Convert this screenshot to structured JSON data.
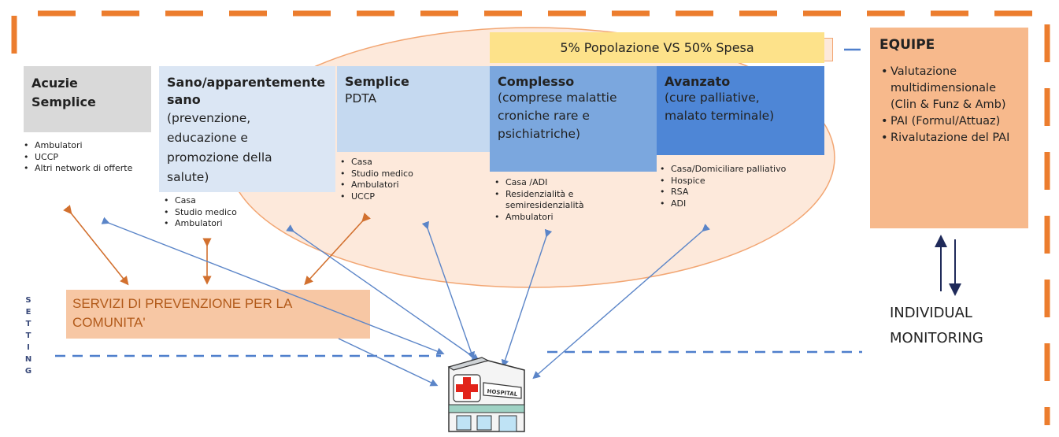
{
  "banner": "5% Popolazione VS 50% Spesa",
  "categories": [
    {
      "title": "Acuzie\nSemplice",
      "subtitle": "",
      "settings": [
        "Ambulatori",
        "UCCP",
        "Altri network di offerte"
      ]
    },
    {
      "title": "Sano/apparentemente\nsano",
      "subtitle": "(prevenzione,\neducazione e\npromozione della\nsalute)",
      "settings": [
        "Casa",
        "Studio medico",
        "Ambulatori"
      ]
    },
    {
      "title": "Semplice",
      "subtitle": "PDTA",
      "settings": [
        "Casa",
        "Studio medico",
        "Ambulatori",
        "UCCP"
      ]
    },
    {
      "title": "Complesso",
      "subtitle": "(comprese malattie\ncroniche rare e\npsichiatriche)",
      "settings": [
        "Casa /ADI",
        "Residenzialità e semiresidenzialità",
        "Ambulatori"
      ]
    },
    {
      "title": "Avanzato",
      "subtitle": "(cure palliative,\nmalato terminale)",
      "settings": [
        "Casa/Domiciliare palliativo",
        "Hospice",
        "RSA",
        "ADI"
      ]
    }
  ],
  "equipe": {
    "title": "EQUIPE",
    "items": [
      "Valutazione multidimensionale (Clin & Funz & Amb)",
      "PAI (Formul/Attuaz)",
      "Rivalutazione del PAI"
    ]
  },
  "monitoring": "INDIVIDUAL\nMONITORING",
  "prevention": "SERVIZI DI PREVENZIONE PER LA\nCOMUNITA'",
  "setting_letters": [
    "S",
    "E",
    "T",
    "T",
    "I",
    "N",
    "G"
  ],
  "hospital_sign": "HOSPITAL",
  "colors": {
    "frame": "#ec7d2e",
    "ellipse": "#fde9db",
    "banner": "#fde28a",
    "acute": "#d9d9d9",
    "healthy": "#dbe6f4",
    "simple": "#c5d9f0",
    "complex": "#7ba7de",
    "advanced": "#4e86d6",
    "equipe": "#f7b98c",
    "prevention": "#f7c7a4",
    "arrow_orange": "#d2702e",
    "arrow_blue": "#5b85c8"
  }
}
